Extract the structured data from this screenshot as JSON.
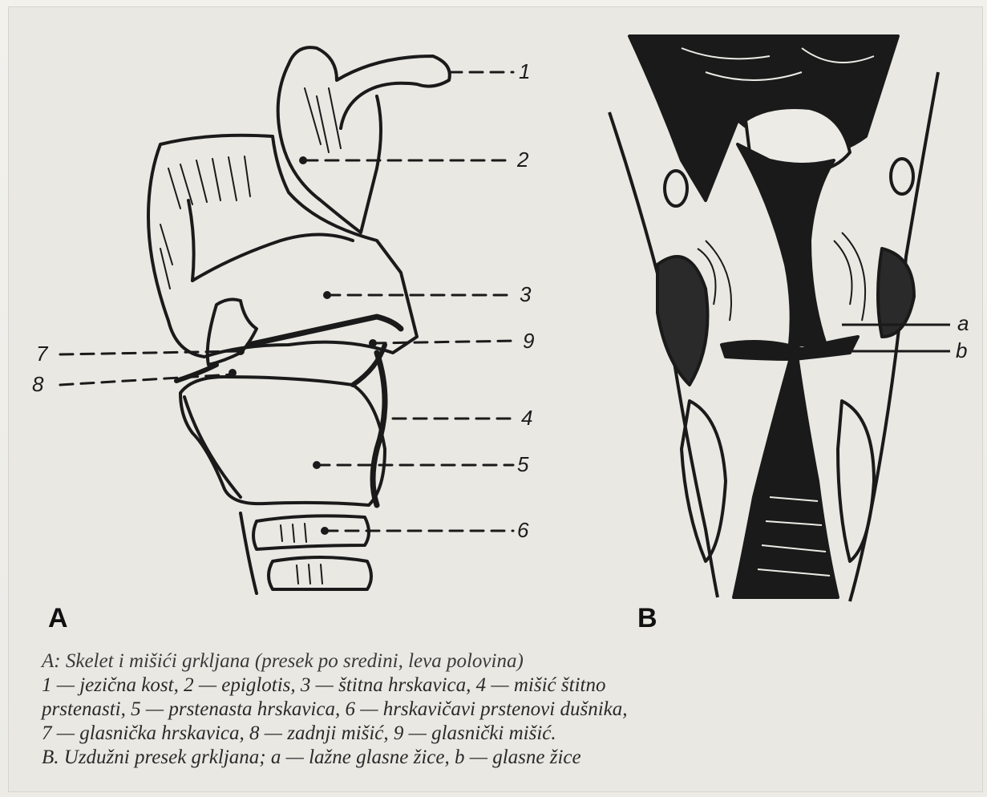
{
  "panel_a": {
    "letter": "A",
    "labels": [
      "1",
      "2",
      "3",
      "9",
      "7",
      "8",
      "4",
      "5",
      "6"
    ]
  },
  "panel_b": {
    "letter": "B",
    "labels": [
      "a",
      "b"
    ]
  },
  "caption": {
    "line1": "A: Skelet i mišići grkljana (presek po sredini, leva polovina)",
    "line2": "1 — jezična kost, 2 — epiglotis, 3 — štitna hrskavica, 4 — mišić štitno",
    "line3": "prstenasti, 5 — prstenasta hrskavica, 6 — hrskavičavi prstenovi dušnika,",
    "line4": "7 — glasnička hrskavica, 8 — zadnji mišić, 9 — glasnički mišić.",
    "line5": "B. Uzdužni presek grkljana; a — lažne glasne žice, b — glasne žice"
  },
  "colors": {
    "ink": "#1a1a1a",
    "paper": "#ecebe6"
  }
}
